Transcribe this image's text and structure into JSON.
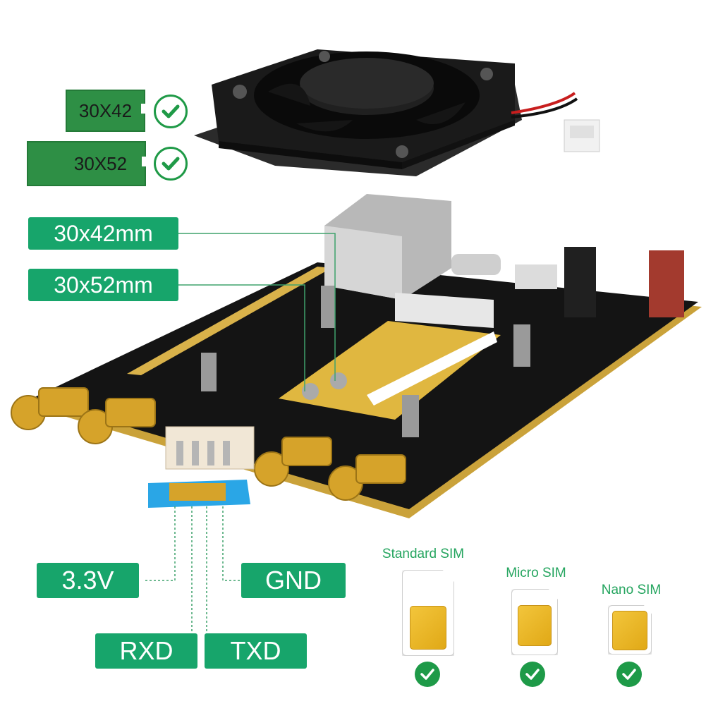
{
  "sizes": {
    "card1": "30X42",
    "card2": "30X52"
  },
  "mm_labels": {
    "label1": "30x42mm",
    "label2": "30x52mm"
  },
  "pin_labels": {
    "v33": "3.3V",
    "gnd": "GND",
    "rxd": "RXD",
    "txd": "TXD"
  },
  "sim": {
    "standard": "Standard SIM",
    "micro": "Micro SIM",
    "nano": "Nano SIM"
  },
  "colors": {
    "label_green": "#17a56b",
    "card_green": "#2e8f45",
    "check_green": "#1e9a48",
    "pcb_black": "#141414",
    "gold": "#d9a520"
  },
  "icons": [
    "check-icon",
    "fan-image",
    "pcb-board-image",
    "sim-chip-icon"
  ]
}
